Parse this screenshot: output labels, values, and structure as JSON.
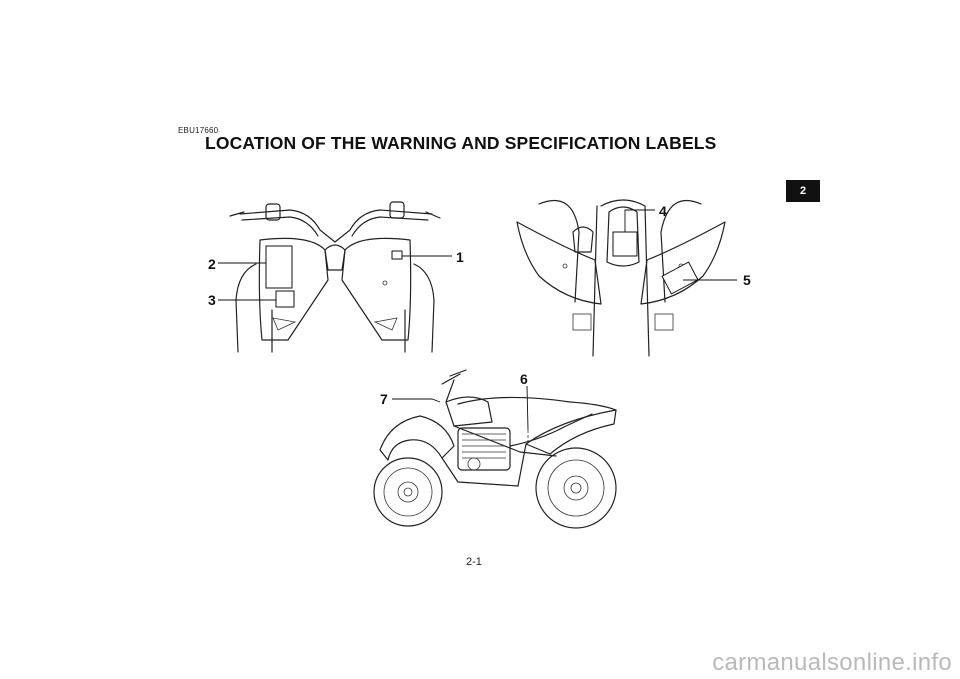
{
  "header": {
    "doc_code": "EBU17660",
    "title": "LOCATION OF THE WARNING AND SPECIFICATION LABELS"
  },
  "chapter_tab": "2",
  "figures": {
    "front_view": {
      "callouts": [
        "1",
        "2",
        "3"
      ]
    },
    "rear_view": {
      "callouts": [
        "4",
        "5"
      ]
    },
    "side_view": {
      "callouts": [
        "6",
        "7"
      ]
    }
  },
  "page_number": "2-1",
  "watermark": "carmanualsonline.info"
}
